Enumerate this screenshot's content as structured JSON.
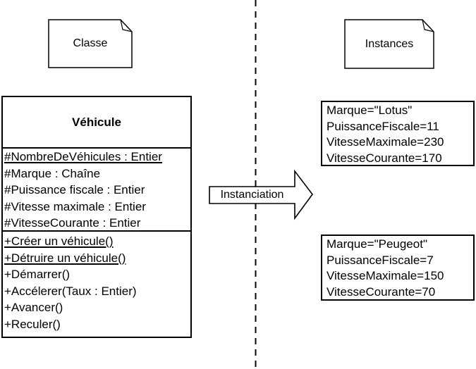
{
  "colors": {
    "ink": "#000000",
    "paper": "#ffffff"
  },
  "left_note": {
    "label": "Classe"
  },
  "right_note": {
    "label": "Instances"
  },
  "class_box": {
    "title": "Véhicule",
    "attributes": [
      {
        "text": "#NombreDeVéhicules : Entier",
        "underline": true
      },
      {
        "text": "#Marque : Chaîne",
        "underline": false
      },
      {
        "text": "#Puissance fiscale : Entier",
        "underline": false
      },
      {
        "text": "#Vitesse maximale : Entier",
        "underline": false
      },
      {
        "text": "#VitesseCourante : Entier",
        "underline": false
      }
    ],
    "methods": [
      {
        "text": "+Créer un véhicule()",
        "underline": true
      },
      {
        "text": "+Détruire un véhicule()",
        "underline": true
      },
      {
        "text": "+Démarrer()",
        "underline": false
      },
      {
        "text": "+Accélerer(Taux : Entier)",
        "underline": false
      },
      {
        "text": "+Avancer()",
        "underline": false
      },
      {
        "text": "+Reculer()",
        "underline": false
      }
    ]
  },
  "arrow": {
    "label": "Instanciation"
  },
  "instance_boxes": [
    {
      "lines": [
        "Marque=\"Lotus\"",
        "PuissanceFiscale=11",
        "VitesseMaximale=230",
        "VitesseCourante=170"
      ]
    },
    {
      "lines": [
        "Marque=\"Peugeot\"",
        "PuissanceFiscale=7",
        "VitesseMaximale=150",
        "VitesseCourante=70"
      ]
    }
  ]
}
